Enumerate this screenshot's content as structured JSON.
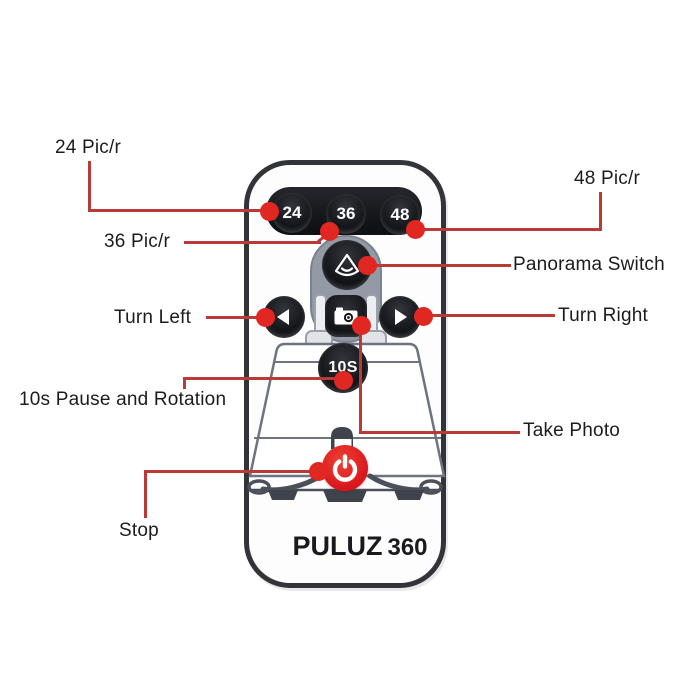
{
  "annotations": {
    "pic24": {
      "label": "24 Pic/r"
    },
    "pic36": {
      "label": "36 Pic/r"
    },
    "pic48": {
      "label": "48 Pic/r"
    },
    "panorama": {
      "label": "Panorama Switch"
    },
    "turn_left": {
      "label": "Turn Left"
    },
    "turn_right": {
      "label": "Turn Right"
    },
    "pause10s": {
      "label": "10s Pause and Rotation"
    },
    "take_photo": {
      "label": "Take Photo"
    },
    "stop": {
      "label": "Stop"
    }
  },
  "remote": {
    "buttons": {
      "pic24": "24",
      "pic36": "36",
      "pic48": "48",
      "pause": "10S"
    },
    "icons": {
      "panorama": "panorama-switch-icon",
      "left": "turn-left-icon",
      "photo": "camera-icon",
      "right": "turn-right-icon",
      "power": "power-icon"
    },
    "brand": "PULUZ",
    "brand_number": "360"
  },
  "colors": {
    "annotation_line": "#b93a36",
    "annotation_dot": "#e02722",
    "button_dark": "#131418",
    "power_red": "#d8161c",
    "remote_border": "#33343a",
    "ghost_gray": "#6d7380",
    "label_text": "#1c1c1e"
  }
}
